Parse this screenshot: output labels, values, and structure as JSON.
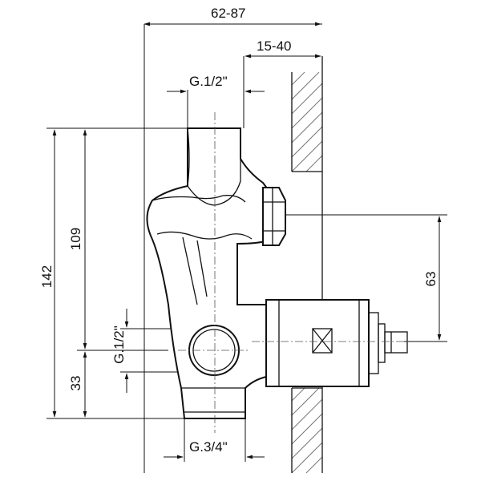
{
  "dimensions": {
    "total_depth": "62-87",
    "wall_depth": "15-40",
    "top_thread": "G.1/2\"",
    "height_total": "142",
    "height_upper": "109",
    "height_lower": "33",
    "side_thread": "G.1/2\"",
    "bottom_thread": "G.3/4\"",
    "spindle_offset": "63"
  },
  "colors": {
    "line": "#111111",
    "hatch": "#777777",
    "background": "#ffffff"
  },
  "icons": {
    "valve_cap": "cross-square-icon"
  }
}
